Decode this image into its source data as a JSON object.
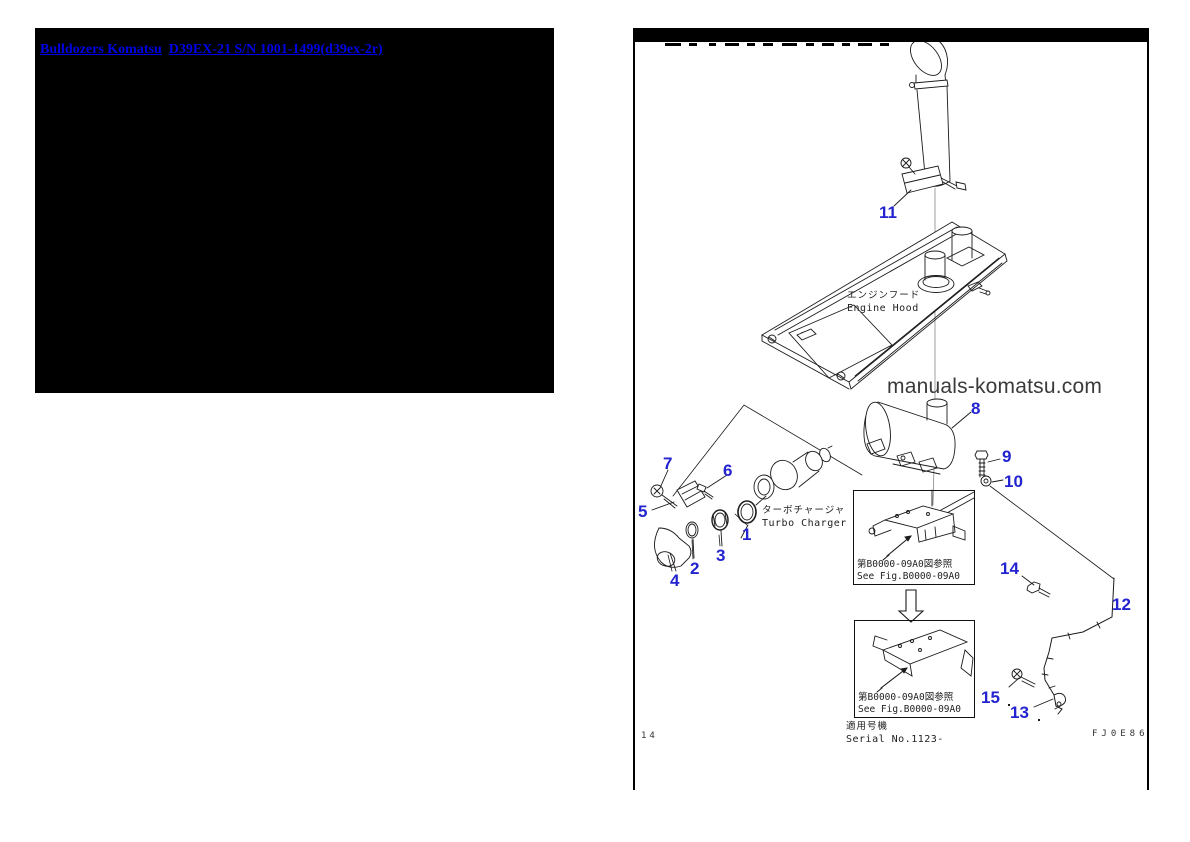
{
  "page": {
    "background": "#ffffff",
    "link_color": "#0000e6",
    "callout_color": "#2323cf",
    "links": [
      {
        "label": "Bulldozers Komatsu"
      },
      {
        "label": "D39EX-21 S/N 1001-1499(d39ex-2r)"
      }
    ]
  },
  "diagram": {
    "watermark": "manuals-komatsu.com",
    "page_number": "14",
    "drawing_code": "FJ0E86",
    "engine_hood": {
      "jp": "エンジンフード",
      "en": "Engine Hood"
    },
    "turbo_charger": {
      "jp": "ターボチャージャ",
      "en": "Turbo Charger"
    },
    "see_fig_upper": {
      "jp": "第B0000-09A0図参照",
      "en": "See Fig.B0000-09A0"
    },
    "see_fig_lower": {
      "jp": "第B0000-09A0図参照",
      "en": "See Fig.B0000-09A0"
    },
    "applicable_serial": {
      "jp": "適用号機",
      "en": "Serial No.1123-"
    },
    "callouts": [
      {
        "label": "1"
      },
      {
        "label": "2"
      },
      {
        "label": "3"
      },
      {
        "label": "4"
      },
      {
        "label": "5"
      },
      {
        "label": "6"
      },
      {
        "label": "7"
      },
      {
        "label": "8"
      },
      {
        "label": "9"
      },
      {
        "label": "10"
      },
      {
        "label": "11"
      },
      {
        "label": "12"
      },
      {
        "label": "13"
      },
      {
        "label": "14"
      },
      {
        "label": "15"
      }
    ]
  }
}
